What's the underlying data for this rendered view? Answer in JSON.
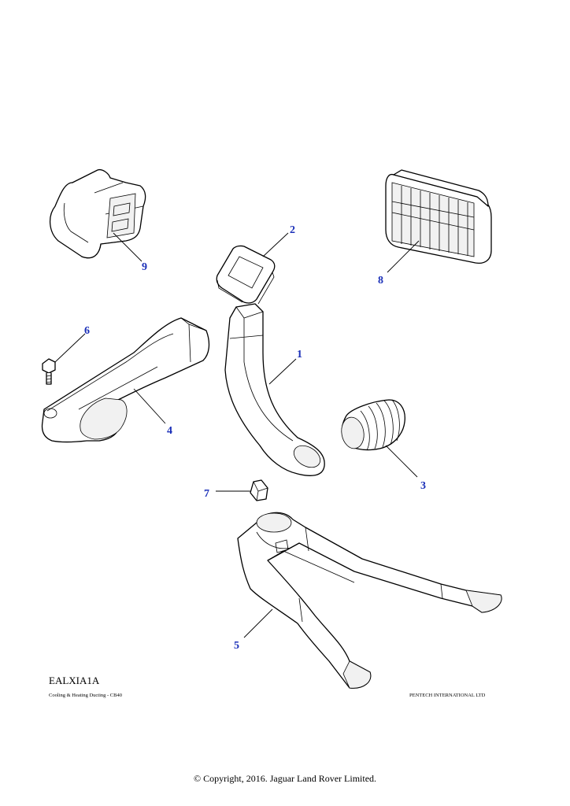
{
  "diagram": {
    "callouts": [
      "1",
      "2",
      "3",
      "4",
      "5",
      "6",
      "7",
      "8",
      "9"
    ],
    "code": "EALXIA1A",
    "caption": "Cooling & Heating Ducting - CB40",
    "vendor": "PENTECH INTERNATIONAL LTD"
  },
  "footer": {
    "copyright": "© Copyright, 2016. Jaguar Land Rover Limited."
  }
}
